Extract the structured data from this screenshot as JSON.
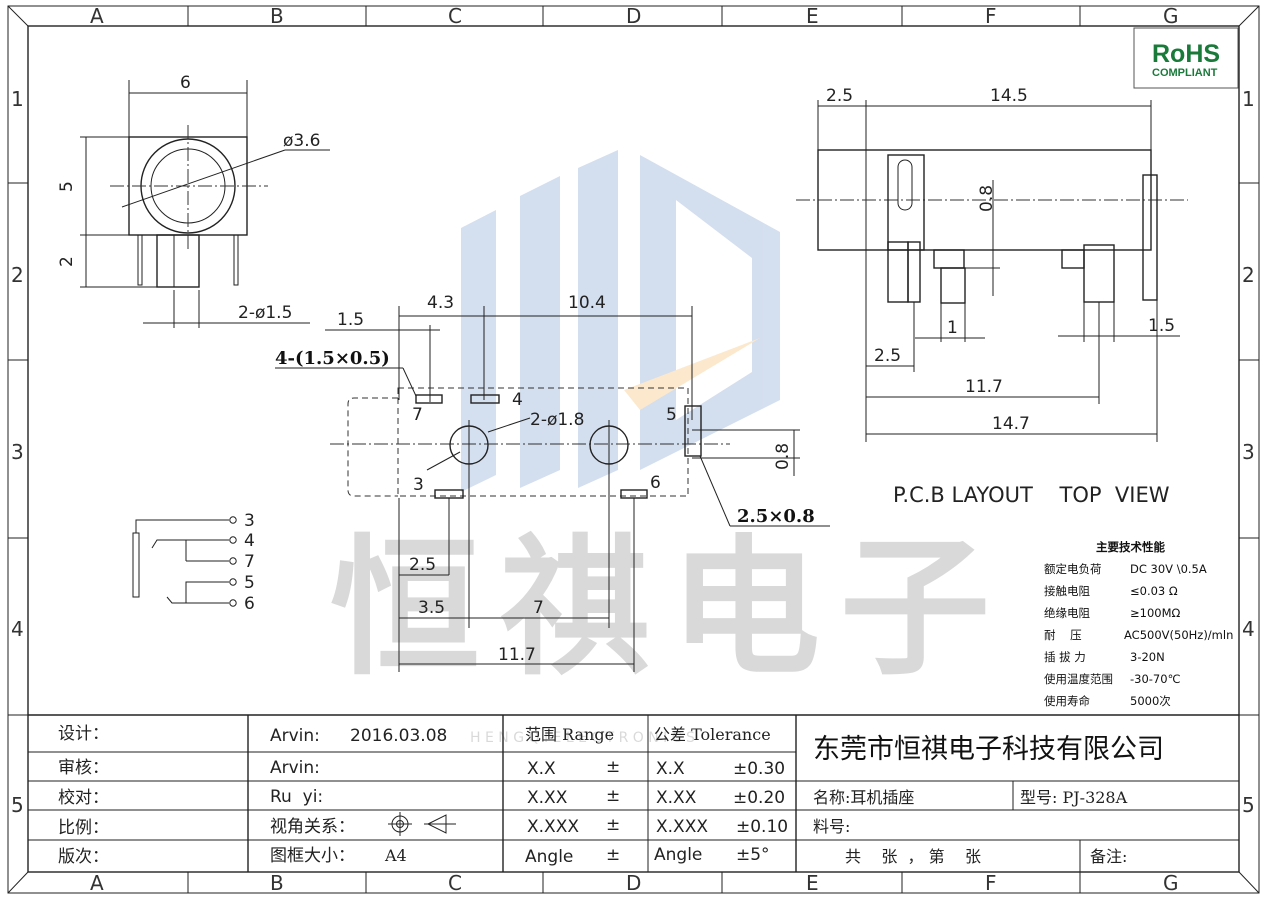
{
  "zones": {
    "cols": [
      "A",
      "B",
      "C",
      "D",
      "E",
      "F",
      "G"
    ],
    "rows": [
      "1",
      "2",
      "3",
      "4",
      "5"
    ]
  },
  "rohs": {
    "line1": "RoHS",
    "line2": "COMPLIANT",
    "color": "#1a7a3a"
  },
  "front_view": {
    "width": "6",
    "height": "5",
    "lower": "2",
    "diameter": "ø3.6",
    "pins": "2-ø1.5"
  },
  "pcb_layout": {
    "d1": "1.5",
    "d2": "4.3",
    "d3": "10.4",
    "slot_label": "4-(1.5×0.5)",
    "hole_label": "2-ø1.8",
    "rect_label": "2.5×0.8",
    "d_08": "0.8",
    "pin3": "3",
    "pin4": "4",
    "pin5": "5",
    "pin6": "6",
    "pin7": "7",
    "d4": "2.5",
    "d5": "3.5",
    "d6": "7",
    "d7": "11.7"
  },
  "side_view": {
    "d1": "2.5",
    "d2": "14.5",
    "d3": "0.8",
    "d4": "1",
    "d5": "1.5",
    "d6": "2.5",
    "d7": "11.7",
    "d8": "14.7"
  },
  "view_title": "P.C.B LAYOUT    TOP  VIEW",
  "schematic": {
    "pins": [
      "3",
      "4",
      "7",
      "5",
      "6"
    ]
  },
  "specs": {
    "title": "主要技术性能",
    "rows": [
      {
        "k": "额定电负荷",
        "v": "DC 30V \\0.5A"
      },
      {
        "k": "接触电阻",
        "v": "≤0.03 Ω"
      },
      {
        "k": "绝缘电阻",
        "v": "≥100MΩ"
      },
      {
        "k": "耐    压",
        "v": "AC500V(50Hz)/mln"
      },
      {
        "k": "插 拔 力",
        "v": "3-20N"
      },
      {
        "k": "使用温度范围",
        "v": "-30-70℃"
      },
      {
        "k": "使用寿命",
        "v": "5000次"
      }
    ]
  },
  "watermark": {
    "text": "恒祺电子",
    "sub": "H E N G   Q I   E L E C T R O N I C S"
  },
  "title_block": {
    "labels": [
      "设计：",
      "审核：",
      "校对：",
      "比例：",
      "版次："
    ],
    "designer": "Arvin:",
    "date": "2016.03.08",
    "checker": "Arvin:",
    "proof": "Ru  yi:",
    "view_rel": "视角关系：",
    "frame_size": "图框大小：",
    "frame_value": "A4",
    "range_header": "范围 Range",
    "tol_header": "公差 Tolerance",
    "range": [
      "X.X",
      "X.XX",
      "X.XXX",
      "Angle"
    ],
    "pm": "±",
    "tol_left": [
      "X.X",
      "X.XX",
      "X.XXX",
      "Angle"
    ],
    "tol_right": [
      "±0.30",
      "±0.20",
      "±0.10",
      "±5°"
    ],
    "company": "东莞市恒祺电子科技有限公司",
    "name": "名称:耳机插座",
    "model": "型号: PJ-328A",
    "material": "料号:",
    "sheets": "共    张  ， 第    张",
    "remarks": "备注:"
  }
}
